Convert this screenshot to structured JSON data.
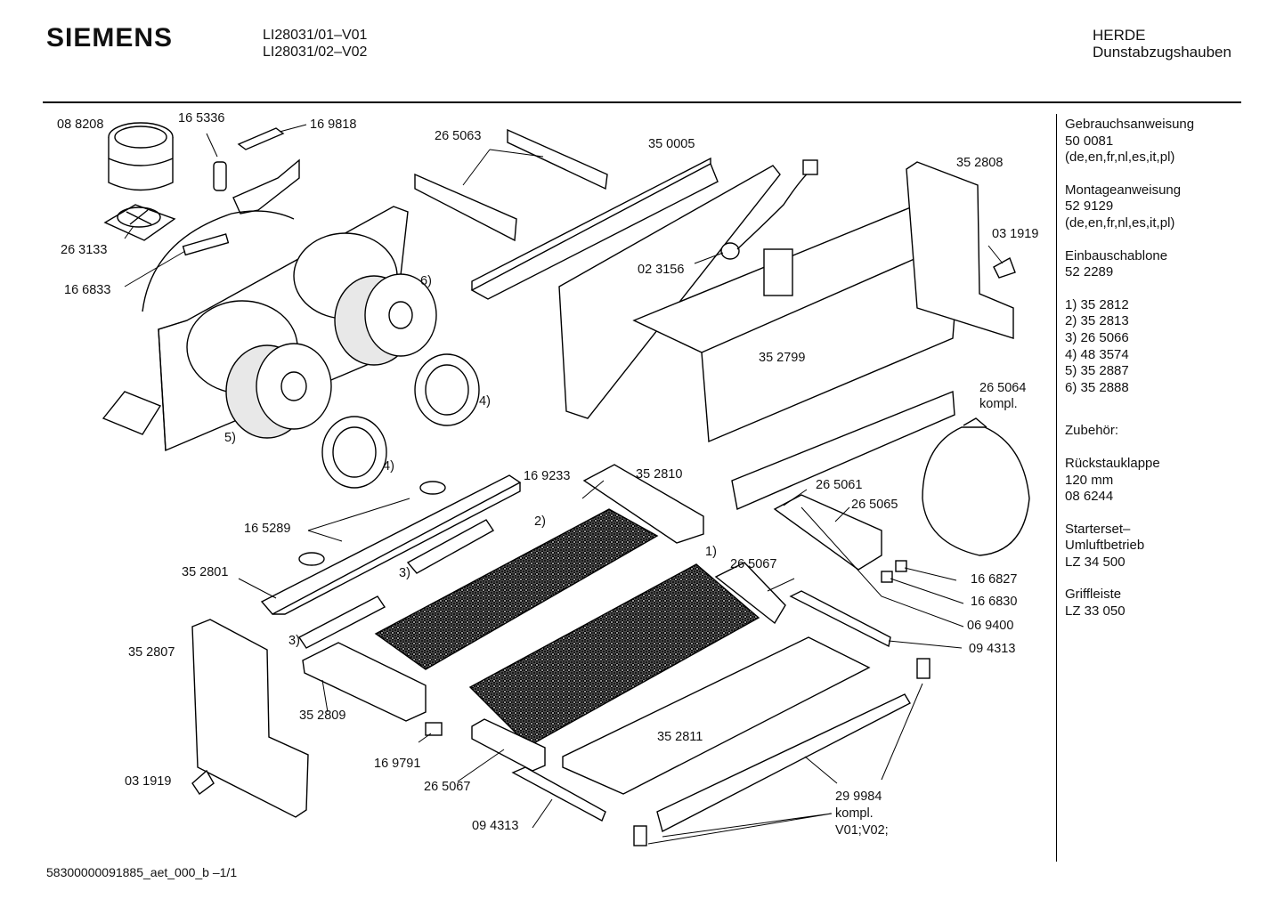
{
  "header": {
    "brand": "SIEMENS",
    "models": [
      "LI28031/01–V01",
      "LI28031/02–V02"
    ],
    "category": "HERDE",
    "subcategory": "Dunstabzugshauben"
  },
  "sidebar": [
    [
      "Gebrauchsanweisung",
      "50 0081",
      "(de,en,fr,nl,es,it,pl)"
    ],
    [
      "Montageanweisung",
      "52 9129",
      "(de,en,fr,nl,es,it,pl)"
    ],
    [
      "Einbauschablone",
      "52 2289"
    ],
    [
      "1)  35 2812",
      "2)  35 2813",
      "3)  26 5066",
      "4)  48 3574",
      "5)  35 2887",
      "6)  35 2888"
    ],
    [
      "Zubehör:"
    ],
    [
      "Rückstauklappe",
      "120 mm",
      "08 6244"
    ],
    [
      "Starterset–",
      "Umluftbetrieb",
      "LZ 34 500"
    ],
    [
      "Griffleiste",
      "LZ 33 050"
    ]
  ],
  "labels": [
    "08 8208",
    "16 5336",
    "16 9818",
    "26 5063",
    "35 0005",
    "35 2808",
    "03 1919",
    "02 3156",
    "26 3133",
    "16 6833",
    "6)",
    "35 2799",
    "4)",
    "5)",
    "4)",
    "26 5064",
    "kompl.",
    "16 9233",
    "35 2810",
    "26 5061",
    "26 5065",
    "16 5289",
    "2)",
    "35 2801",
    "3)",
    "1)",
    "26 5067",
    "16 6827",
    "16 6830",
    "06 9400",
    "3)",
    "35 2807",
    "09 4313",
    "35 2809",
    "35 2811",
    "16 9791",
    "26 5067",
    "03 1919",
    "29 9984",
    "kompl.",
    "V01;V02;",
    "09 4313"
  ],
  "footer": "58300000091885_aet_000_b   –1/1"
}
